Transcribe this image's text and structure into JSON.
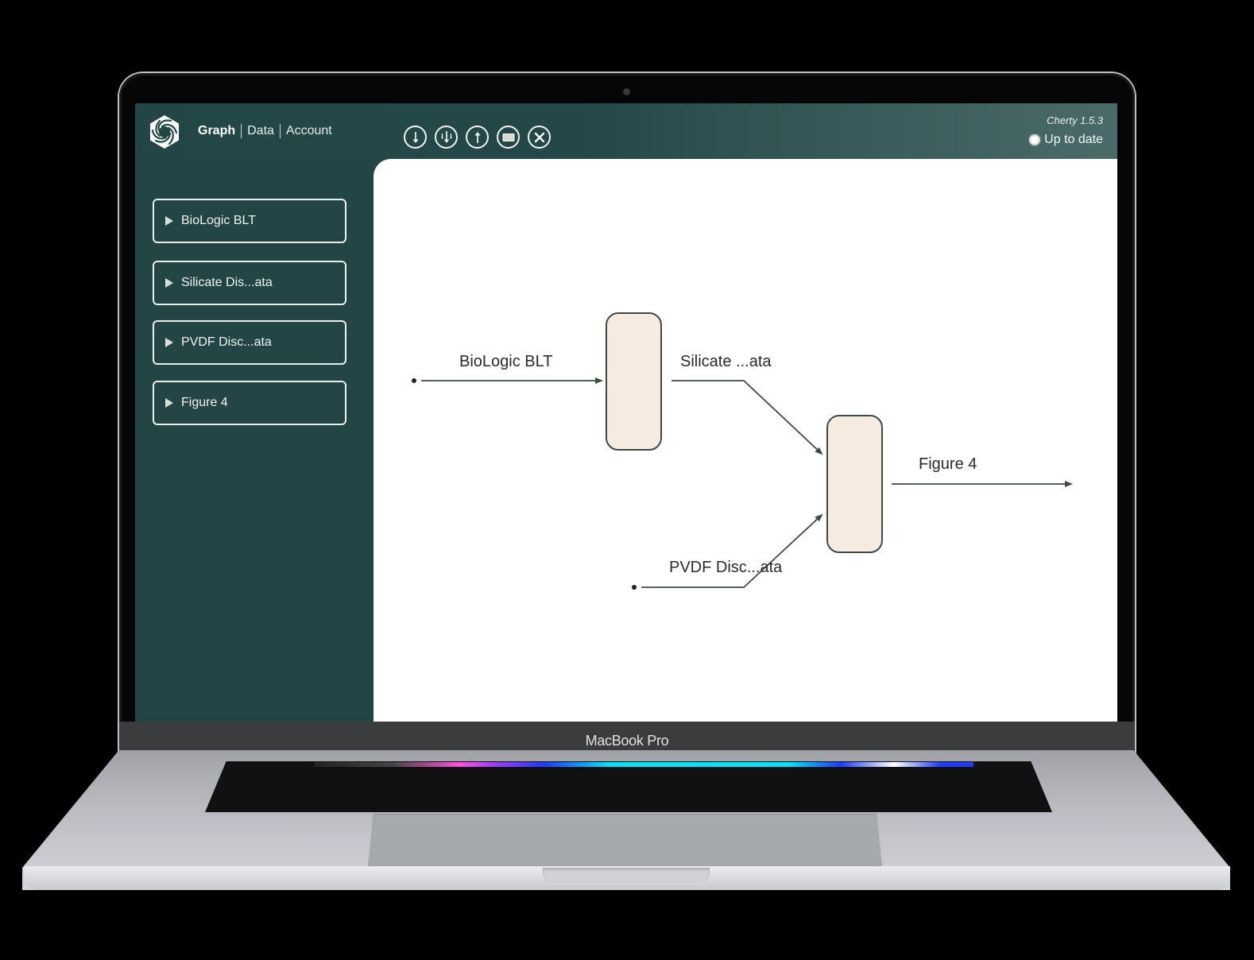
{
  "device": {
    "brand_label": "MacBook Pro"
  },
  "app": {
    "nav": {
      "items": [
        {
          "label": "Graph",
          "active": true
        },
        {
          "label": "Data",
          "active": false
        },
        {
          "label": "Account",
          "active": false
        }
      ]
    },
    "toolbar": {
      "buttons": [
        {
          "name": "import",
          "icon": "arrow-down-icon"
        },
        {
          "name": "import-all",
          "icon": "multi-arrow-down-icon"
        },
        {
          "name": "export",
          "icon": "arrow-up-icon"
        },
        {
          "name": "frame",
          "icon": "rectangle-icon"
        },
        {
          "name": "close",
          "icon": "close-icon"
        }
      ]
    },
    "version": "Cherty 1.5.3",
    "status": "Up to date",
    "colors": {
      "primary": "#234545",
      "header_gradient_end": "#4b6b6a",
      "canvas": "#ffffff",
      "node_fill": "#f6ebe0",
      "node_border": "#3c4a46",
      "edge": "#3c4a46"
    }
  },
  "sidebar": {
    "items": [
      {
        "label": "BioLogic BLT"
      },
      {
        "label": "Silicate Dis...ata"
      },
      {
        "label": "PVDF Disc...ata"
      },
      {
        "label": "Figure 4"
      }
    ]
  },
  "graph": {
    "edges": [
      {
        "label": "BioLogic BLT"
      },
      {
        "label": "Silicate ...ata"
      },
      {
        "label": "PVDF Disc...ata"
      },
      {
        "label": "Figure 4"
      }
    ],
    "nodes": [
      {
        "id": "process-1"
      },
      {
        "id": "process-2"
      }
    ]
  }
}
